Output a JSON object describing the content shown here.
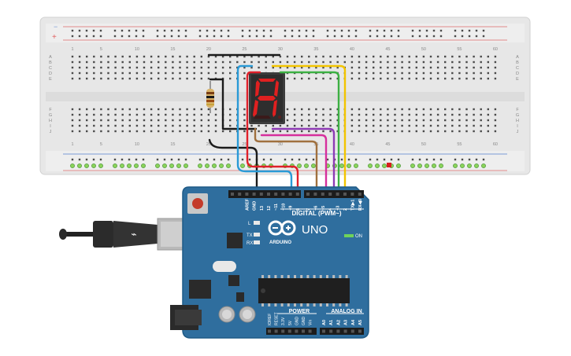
{
  "breadboard": {
    "column_numbers": [
      "1",
      "5",
      "10",
      "15",
      "20",
      "25",
      "30",
      "35",
      "40",
      "45",
      "50",
      "55",
      "60"
    ],
    "row_letters_top": [
      "A",
      "B",
      "C",
      "D",
      "E"
    ],
    "row_letters_bottom": [
      "F",
      "G",
      "H",
      "I",
      "J"
    ],
    "rail_minus": "−",
    "rail_plus": "+"
  },
  "display": {
    "shown_character": "A",
    "segment_color": "#e02020",
    "off_color": "#3a1a1a"
  },
  "arduino": {
    "logo_text": "UNO",
    "brand_text": "ARDUINO",
    "digital_label": "DIGITAL (PWM~)",
    "power_label": "POWER",
    "analog_label": "ANALOG IN",
    "on_label": "ON",
    "led_l": "L",
    "led_tx": "TX",
    "led_rx": "RX",
    "top_pin_labels": [
      "AREF",
      "GND",
      "13",
      "12",
      "~11",
      "~10",
      "~9",
      "8",
      "7",
      "~6",
      "~5",
      "4",
      "~3",
      "2",
      "TX▶1",
      "RX◀0"
    ],
    "power_pin_labels": [
      "IOREF",
      "RESET",
      "3.3V",
      "5V",
      "GND",
      "GND",
      "Vin"
    ],
    "analog_pin_labels": [
      "A0",
      "A1",
      "A2",
      "A3",
      "A4",
      "A5"
    ],
    "board_color": "#2f6e9e"
  },
  "wire_colors": {
    "black": "#1b1b1b",
    "blue": "#2a9ad6",
    "red": "#e0202a",
    "yellow": "#f2c400",
    "green": "#3cb043",
    "purple": "#8e3bb5",
    "magenta": "#d62f9d",
    "brown": "#a0703e",
    "orange": "#e08a1e"
  }
}
